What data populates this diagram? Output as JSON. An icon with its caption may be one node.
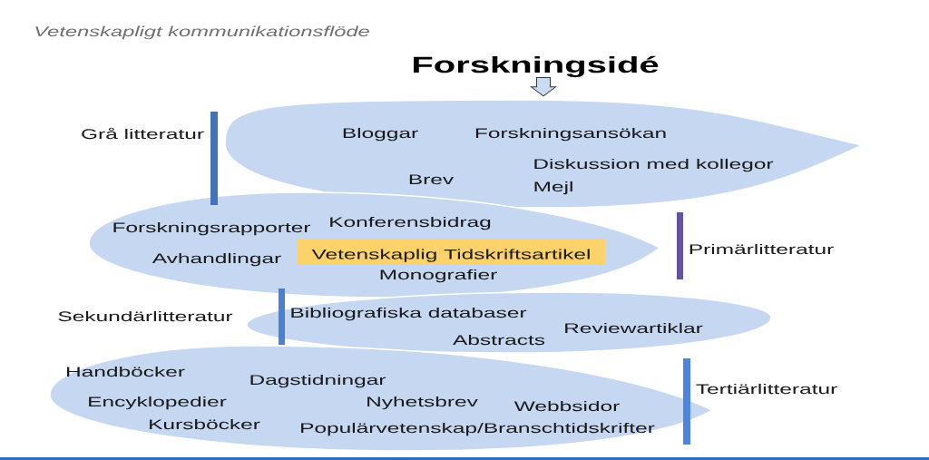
{
  "diagram": {
    "title": "Vetenskapligt kommunikationsflöde",
    "nodes": [
      {
        "text": [
          "Forskningsidé"
        ]
      },
      {
        "text": [
          "Bloggar",
          "Forskningsansökan",
          "Diskussion med kollegor",
          "Brev",
          "Mejl"
        ]
      },
      {
        "text": [
          "Forskningsrapporter",
          "Konferensbidrag",
          "Avhandlingar",
          "Monografier"
        ]
      },
      {
        "text": [
          "Vetenskaplig Tidskriftsartikel"
        ],
        "in": 2
      },
      {
        "text": [
          "Bibliografiska databaser",
          "Reviewartiklar",
          "Abstracts"
        ]
      },
      {
        "text": [
          "Handböcker",
          "Dagstidningar",
          "Encyklopedier",
          "Nyhetsbrev",
          "Webbsidor",
          "Kursböcker",
          "Populärvetenskap/Branschtidskrifter"
        ]
      }
    ],
    "edges": [
      {
        "from": 0,
        "to": 1,
        "arrow": "to"
      }
    ],
    "labels": [
      "Grå litteratur",
      "Primärlitteratur",
      "Sekundärlitteratur",
      "Tertiärlitteratur"
    ]
  }
}
